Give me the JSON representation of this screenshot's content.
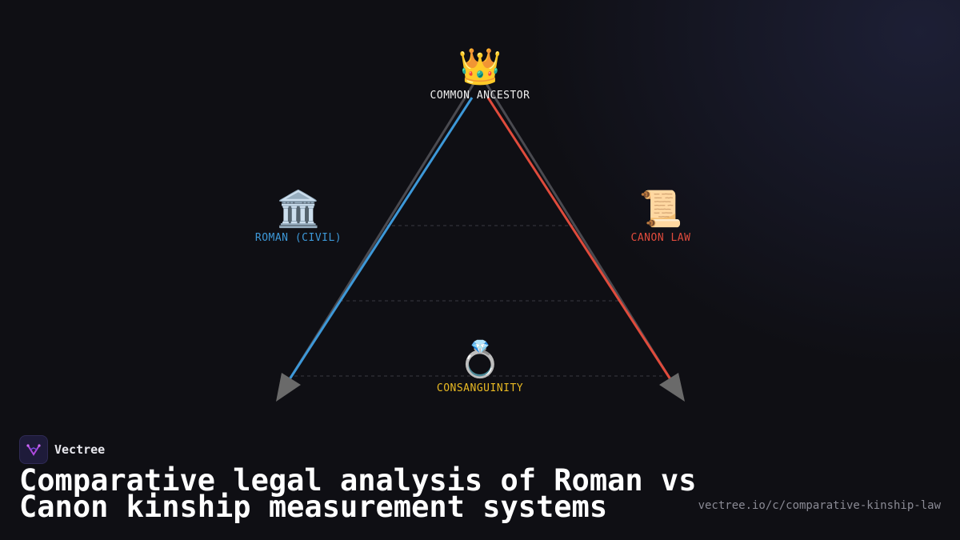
{
  "diagram": {
    "nodes": {
      "top": {
        "icon": "crown-icon",
        "emoji": "👑",
        "label": "COMMON ANCESTOR"
      },
      "left": {
        "icon": "classical-building-icon",
        "emoji": "🏛️",
        "label": "ROMAN (CIVIL)"
      },
      "right": {
        "icon": "scroll-icon",
        "emoji": "📜",
        "label": "CANON LAW"
      },
      "bottom": {
        "icon": "ring-icon",
        "emoji": "💍",
        "label": "CONSANGUINITY"
      }
    },
    "colors": {
      "roman": "#3d98d8",
      "canon": "#e04b3c",
      "consanguinity": "#e8b923",
      "arrow": "#6a6a6a"
    }
  },
  "brand": {
    "name": "Vectree",
    "logo_icon": "vectree-logo-icon"
  },
  "title": "Comparative legal analysis of Roman vs Canon kinship measurement systems",
  "url": "vectree.io/c/comparative-kinship-law"
}
